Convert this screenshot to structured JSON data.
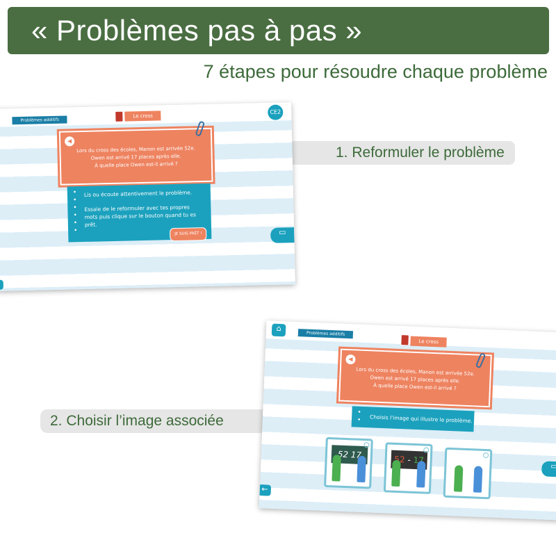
{
  "header": {
    "title": "« Problèmes pas à pas »",
    "subtitle": "7 étapes pour résoudre chaque problème"
  },
  "steps": [
    {
      "label": "1. Reformuler le problème"
    },
    {
      "label": "2. Choisir l’image associée"
    }
  ],
  "colors": {
    "banner": "#4a6e42",
    "accent_orange": "#ee8360",
    "accent_teal": "#1ba1be"
  },
  "app": {
    "category": "Problèmes additifs",
    "problem_title": "Le cross",
    "level": "CE2",
    "problem_lines": [
      "Lors du cross des écoles, Manon est arrivée 52e.",
      "Owen est arrivé 17 places après elle.",
      "À quelle place Owen est-il arrivé ?"
    ],
    "step1": {
      "instruction1": "Lis ou écoute attentivement le problème.",
      "instruction2": "Essaie de le reformuler avec tes propres mots puis clique sur le bouton quand tu es prêt.",
      "ready_button": "JE SUIS PRÊT !"
    },
    "step2": {
      "instruction": "Choisis l'image qui illustre le problème.",
      "images": [
        {
          "board": "52  17"
        },
        {
          "board_a": "52",
          "board_sep": "-",
          "board_b": "17"
        },
        {
          "board": ""
        }
      ]
    }
  }
}
